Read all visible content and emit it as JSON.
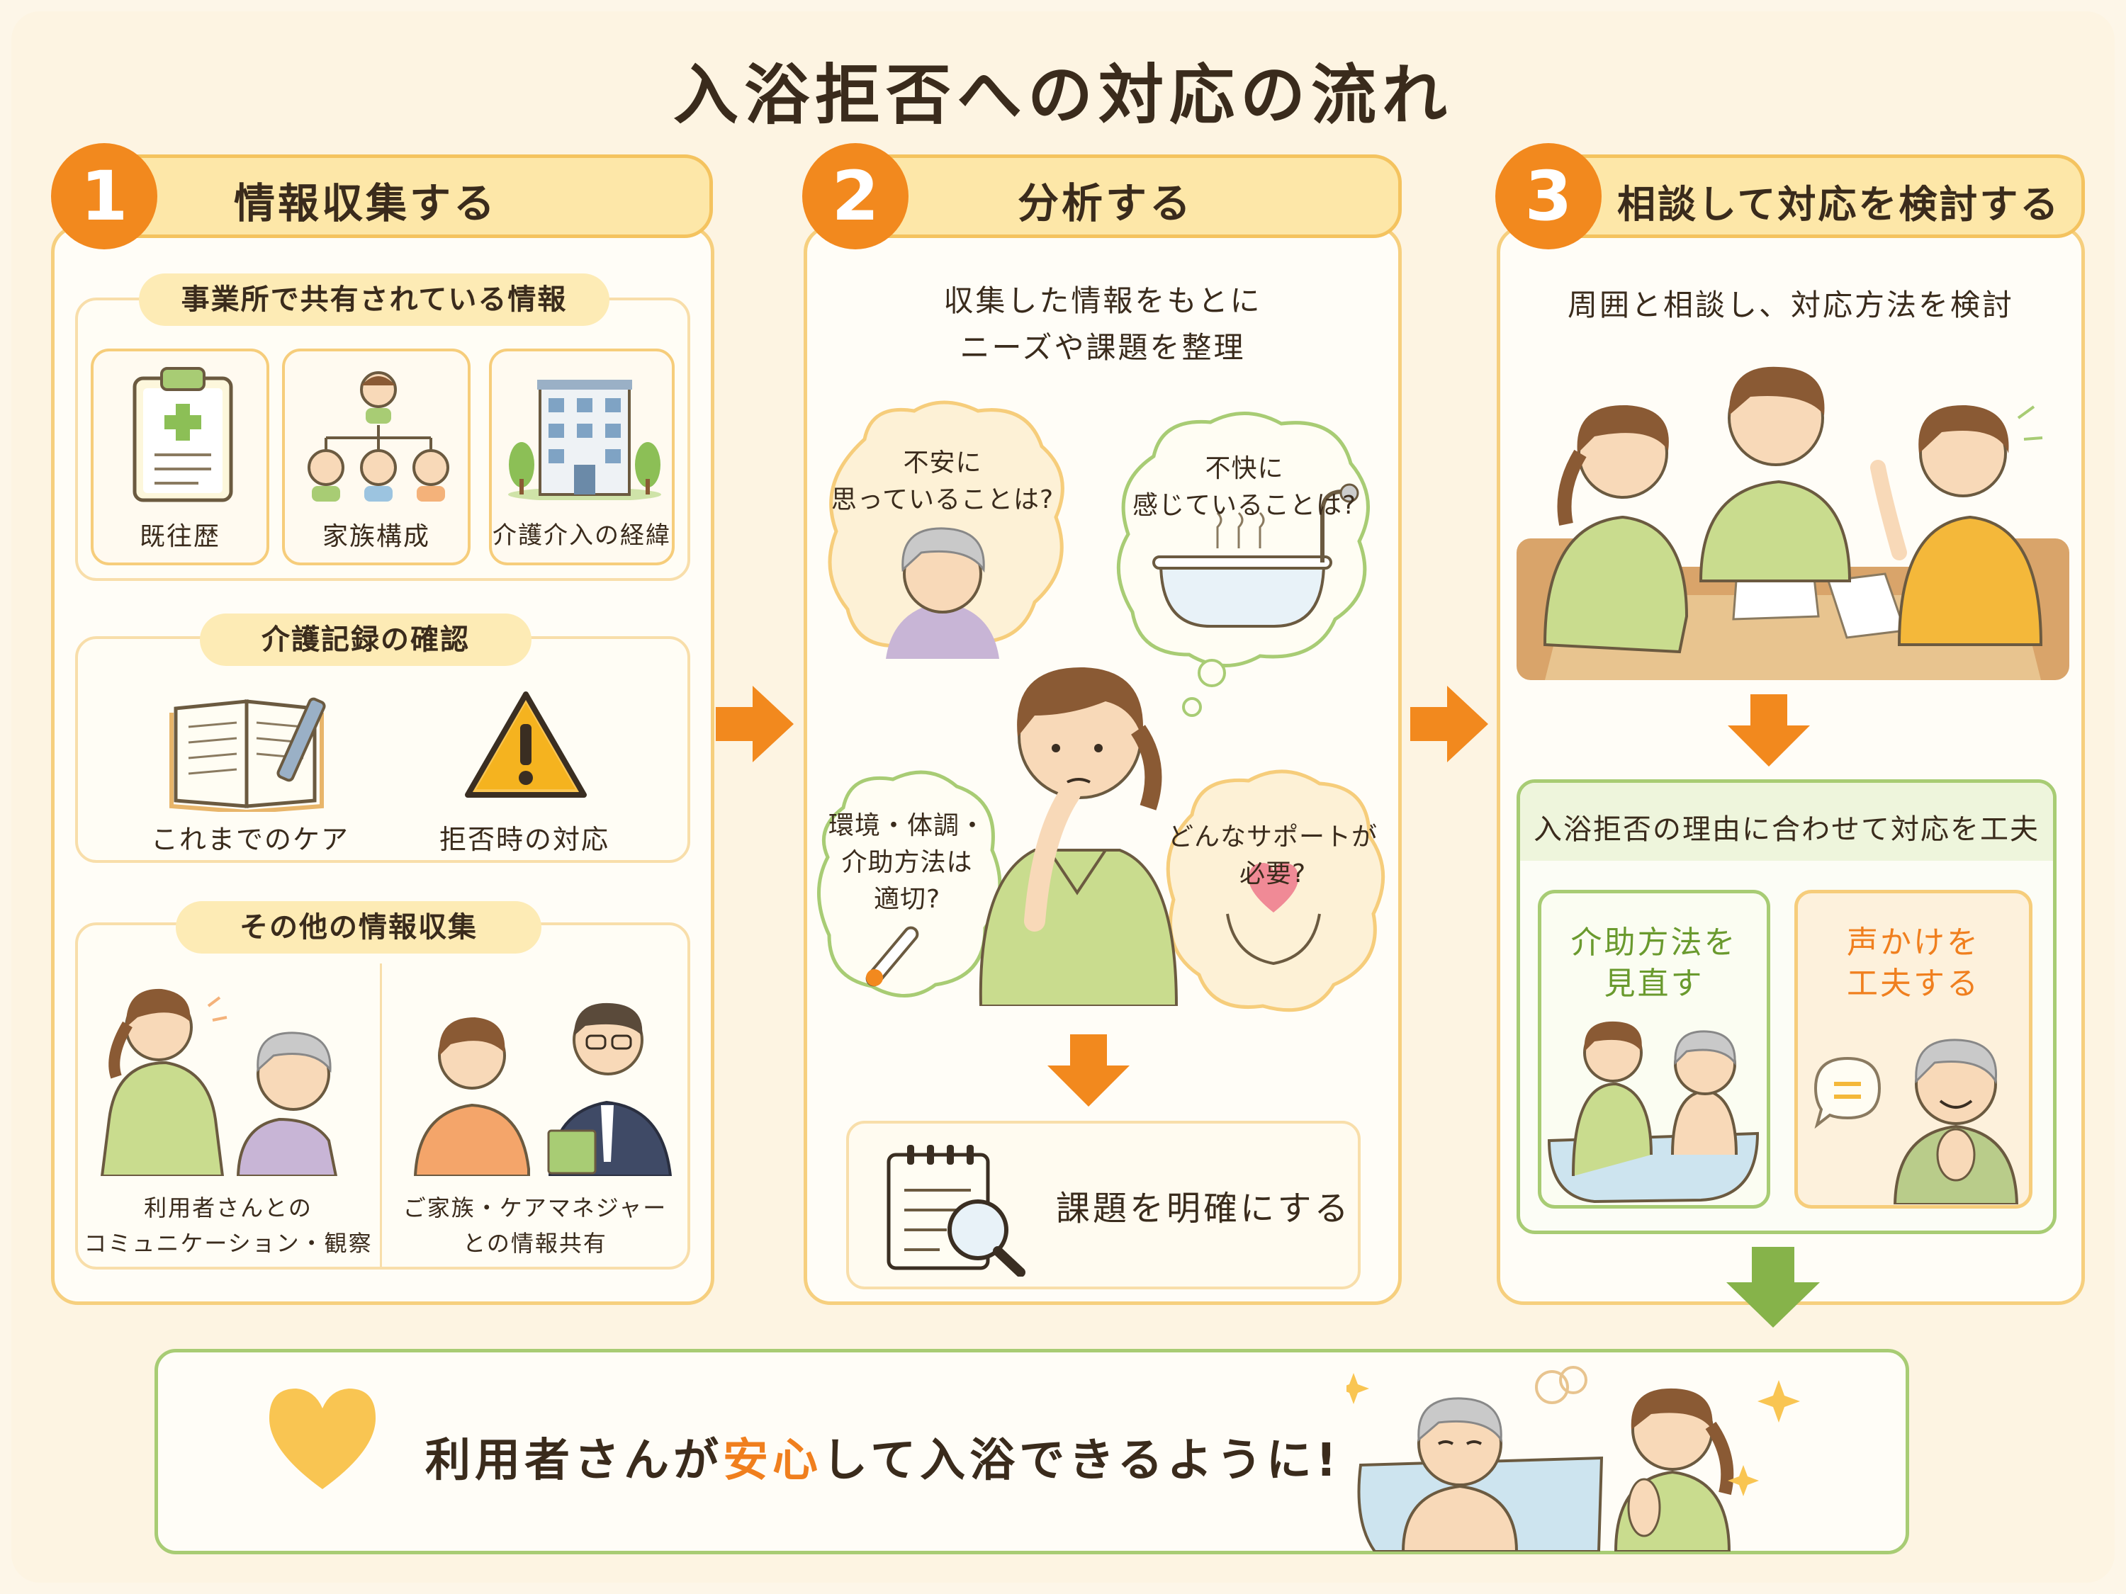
{
  "title": "入浴拒否への対応の流れ",
  "steps": [
    {
      "number": "1",
      "heading": "情報収集する",
      "groups": [
        {
          "label": "事業所で共有されている情報",
          "items": [
            "既往歴",
            "家族構成",
            "介護介入の経緯"
          ]
        },
        {
          "label": "介護記録の確認",
          "items": [
            "これまでのケア",
            "拒否時の対応"
          ]
        },
        {
          "label": "その他の情報収集",
          "items": [
            {
              "line1": "利用者さんとの",
              "line2": "コミュニケーション・観察"
            },
            {
              "line1": "ご家族・ケアマネジャー",
              "line2": "との情報共有"
            }
          ]
        }
      ]
    },
    {
      "number": "2",
      "heading": "分析する",
      "intro": {
        "line1": "収集した情報をもとに",
        "line2": "ニーズや課題を整理"
      },
      "bubbles": [
        {
          "line1": "不安に",
          "line2": "思っていることは?"
        },
        {
          "line1": "不快に",
          "line2": "感じていることは?"
        },
        {
          "line1": "環境・体調・",
          "line2": "介助方法は",
          "line3": "適切?"
        },
        {
          "line1": "どんなサポートが",
          "line2": "必要?"
        }
      ],
      "result": "課題を明確にする"
    },
    {
      "number": "3",
      "heading": "相談して対応を検討する",
      "intro": "周囲と相談し、対応方法を検討",
      "adapt_title": "入浴拒否の理由に合わせて対応を工夫",
      "options": [
        {
          "line1": "介助方法を",
          "line2": "見直す"
        },
        {
          "line1": "声かけを",
          "line2": "工夫する"
        }
      ]
    }
  ],
  "goal": {
    "before": "利用者さんが",
    "highlight": "安心",
    "after": "して入浴できるように!"
  },
  "colors": {
    "orange": "#f2891e",
    "green": "#86b34a",
    "yellow": "#f6cf7e",
    "heart": "#f9c552",
    "pink": "#f08a96"
  }
}
